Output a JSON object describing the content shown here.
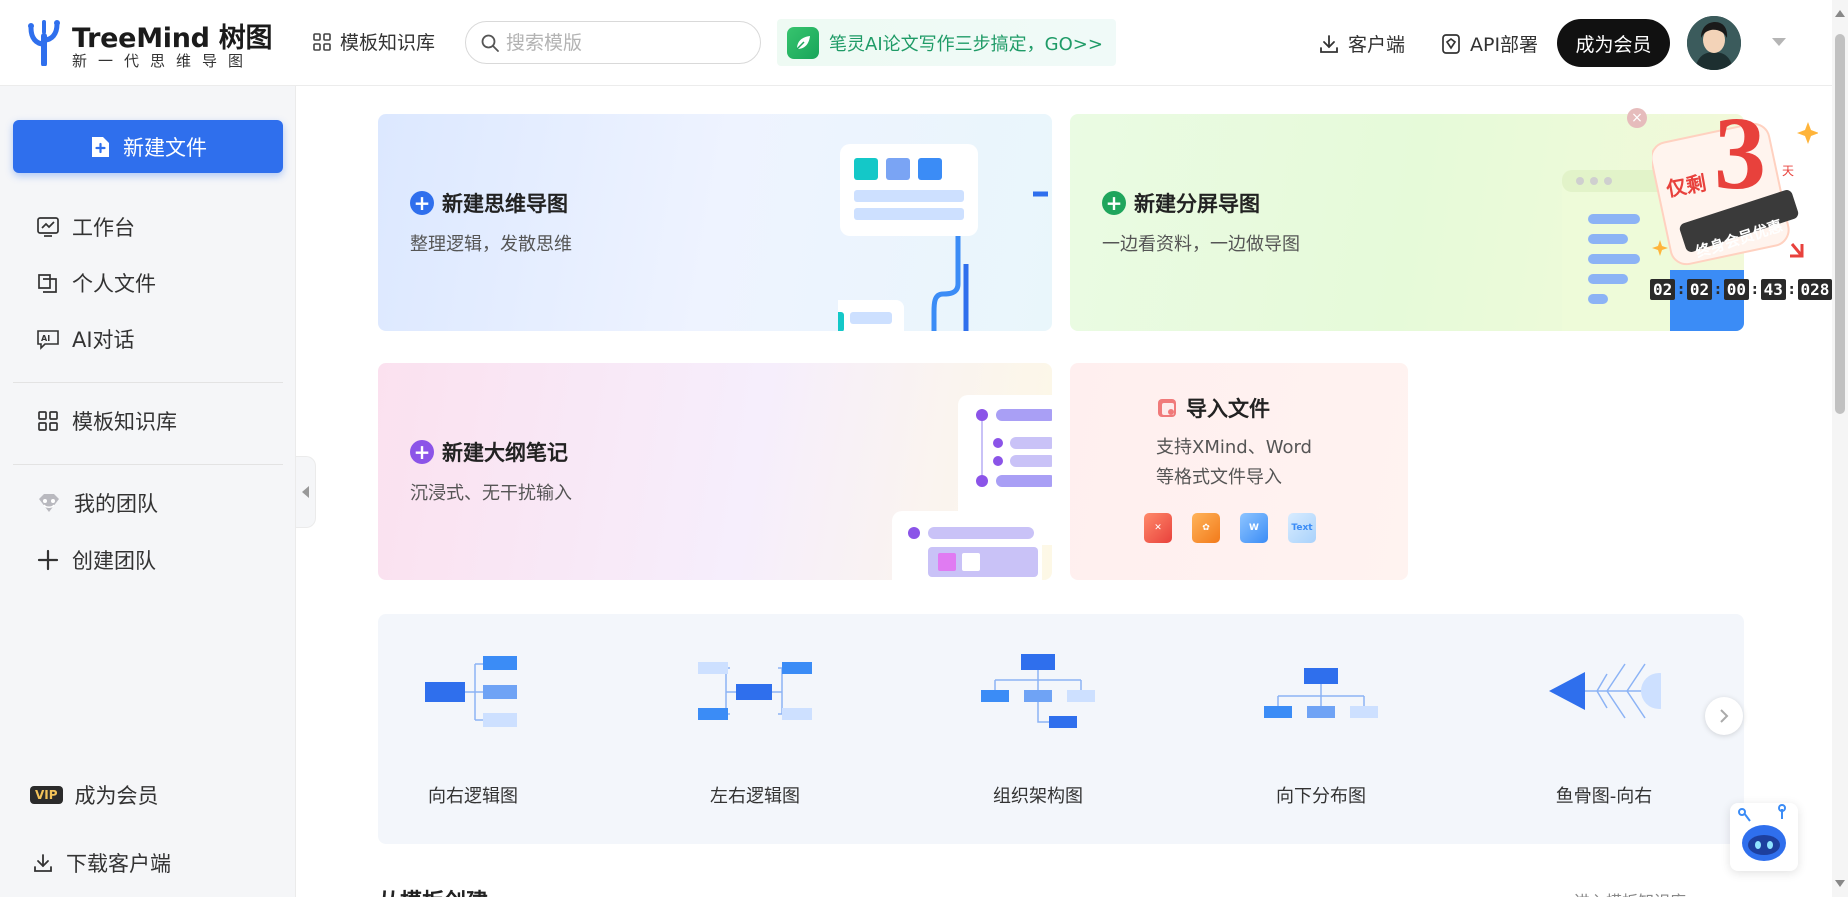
{
  "header": {
    "logo_title": "TreeMind 树图",
    "logo_sub": "新一代思维导图",
    "templates_link": "模板知识库",
    "search_placeholder": "搜索模版",
    "promo_text": "笔灵AI论文写作三步搞定，GO>>",
    "client_link": "客户端",
    "api_link": "API部署",
    "vip_button": "成为会员"
  },
  "sidebar": {
    "new_file": "新建文件",
    "items": [
      {
        "label": "工作台",
        "icon": "dashboard-icon"
      },
      {
        "label": "个人文件",
        "icon": "folder-icon"
      },
      {
        "label": "AI对话",
        "icon": "ai-chat-icon"
      },
      {
        "label": "模板知识库",
        "icon": "grid-icon"
      },
      {
        "label": "我的团队",
        "icon": "team-icon"
      },
      {
        "label": "创建团队",
        "icon": "plus-icon"
      }
    ],
    "vip_badge": "VIP",
    "vip_label": "成为会员",
    "download_label": "下载客户端"
  },
  "cards": {
    "mind": {
      "title": "新建思维导图",
      "sub": "整理逻辑，发散思维"
    },
    "split": {
      "title": "新建分屏导图",
      "sub": "一边看资料，一边做导图"
    },
    "outline": {
      "title": "新建大纲笔记",
      "sub": "沉浸式、无干扰输入"
    },
    "import": {
      "title": "导入文件",
      "sub_line1": "支持XMind、Word",
      "sub_line2": "等格式文件导入",
      "text_icon": "Text"
    }
  },
  "promo_overlay": {
    "label": "仅剩",
    "days": "3",
    "days_unit": "天",
    "ribbon": "终身会员优惠",
    "countdown": [
      "02",
      "02",
      "00",
      "43",
      "028"
    ]
  },
  "templates": [
    {
      "label": "向右逻辑图"
    },
    {
      "label": "左右逻辑图"
    },
    {
      "label": "组织架构图"
    },
    {
      "label": "向下分布图"
    },
    {
      "label": "鱼骨图-向右"
    }
  ],
  "bottom": {
    "section_title": "从模板创建",
    "more_link": "进入模板知识库 >"
  },
  "colors": {
    "primary": "#2f6fed",
    "dark": "#111111",
    "promo_green": "#1f9b67",
    "countdown_bg": "#2a2a2a"
  }
}
